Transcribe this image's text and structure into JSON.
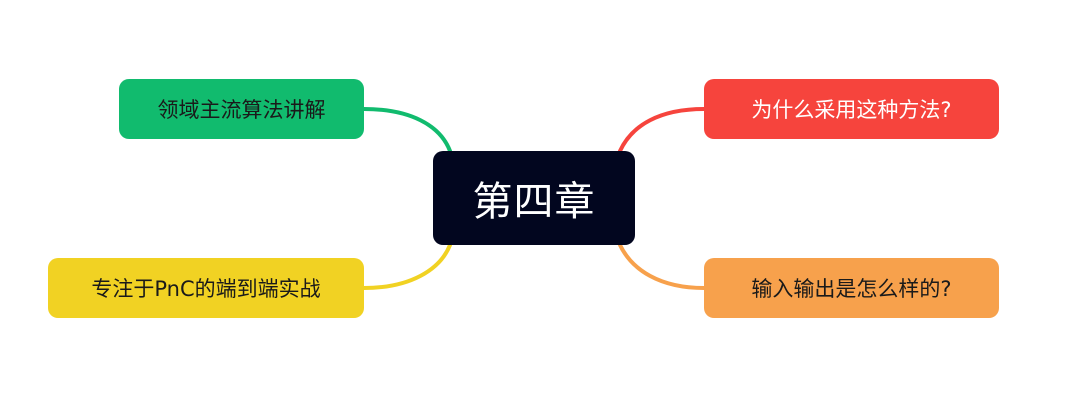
{
  "central": {
    "label": "第四章",
    "color": "#02061f"
  },
  "branches": [
    {
      "id": "top-left",
      "label": "领域主流算法讲解",
      "color": "#11bb6e"
    },
    {
      "id": "bottom-left",
      "label": "专注于PnC的端到端实战",
      "color": "#f1d223"
    },
    {
      "id": "top-right",
      "label": "为什么采用这种方法?",
      "color": "#f6443d"
    },
    {
      "id": "bottom-right",
      "label": "输入输出是怎么样的?",
      "color": "#f7a14c"
    }
  ]
}
